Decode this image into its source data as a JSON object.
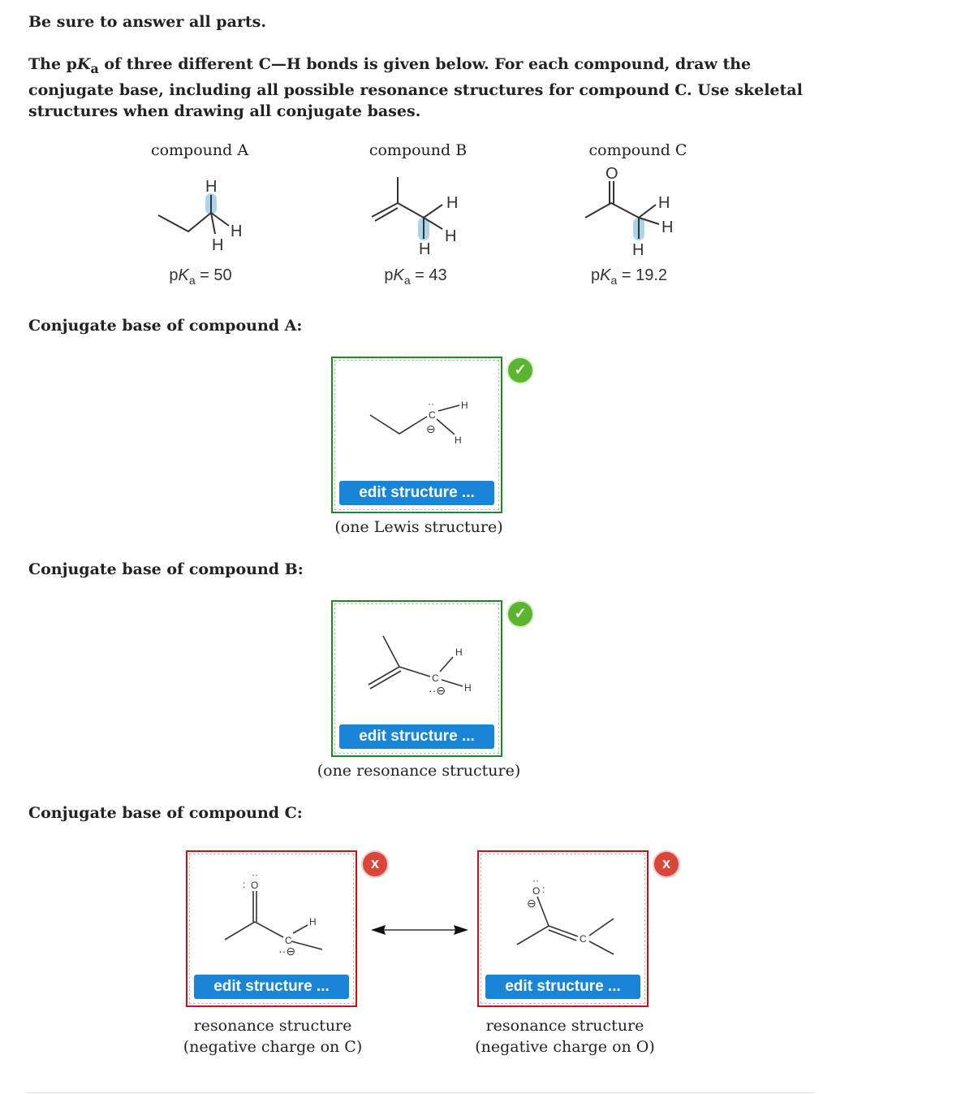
{
  "instructions": "Be sure to answer all parts.",
  "question": {
    "part1": "The p",
    "ka_k": "K",
    "ka_a": "a",
    "part2": " of three different C—H bonds is given below. For each compound, draw the conjugate base, including all possible resonance structures for compound C. Use skeletal structures when drawing all conjugate bases."
  },
  "compounds": [
    {
      "name": "compound A",
      "pka_prefix": "p",
      "pka_k": "K",
      "pka_a": "a",
      "pka_value": " = 50",
      "atoms": [
        "H",
        "H",
        "H"
      ]
    },
    {
      "name": "compound B",
      "pka_prefix": "p",
      "pka_k": "K",
      "pka_a": "a",
      "pka_value": " = 43",
      "atoms": [
        "H",
        "H",
        "H"
      ]
    },
    {
      "name": "compound C",
      "pka_prefix": "p",
      "pka_k": "K",
      "pka_a": "a",
      "pka_value": " = 19.2",
      "atoms": [
        "O",
        "H",
        "H",
        "H"
      ]
    }
  ],
  "answers": {
    "a": {
      "heading": "Conjugate base of compound A:",
      "button": "edit structure ...",
      "caption": "(one Lewis structure)",
      "status": "correct",
      "atoms": [
        "C",
        "H",
        "H"
      ]
    },
    "b": {
      "heading": "Conjugate base of compound B:",
      "button": "edit structure ...",
      "caption": "(one resonance structure)",
      "status": "correct",
      "atoms": [
        "C",
        "H",
        "H"
      ]
    },
    "c": {
      "heading": "Conjugate base of compound C:",
      "left": {
        "button": "edit structure ...",
        "caption1": "resonance structure",
        "caption2": "(negative charge on C)",
        "status": "incorrect",
        "atoms": [
          "O",
          "C",
          "H"
        ]
      },
      "right": {
        "button": "edit structure ...",
        "caption1": "resonance structure",
        "caption2": "(negative charge on O)",
        "status": "incorrect",
        "atoms": [
          "O",
          "C"
        ]
      }
    }
  },
  "icons": {
    "correct": "✓",
    "incorrect": "x"
  },
  "colors": {
    "correct": "#5cb531",
    "incorrect": "#d9463a",
    "button": "#1a84d6",
    "highlight": "#a9d4ea"
  }
}
